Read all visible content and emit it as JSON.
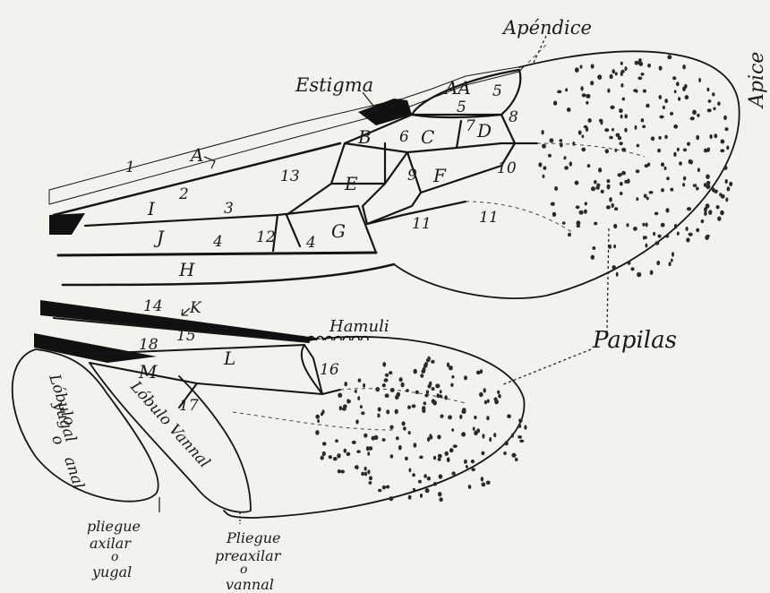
{
  "annotations": {
    "apendice": "Apéndice",
    "apice": "Apice",
    "estigma": "Estigma",
    "hamuli": "Hamuli",
    "papilas": "Papilas",
    "lobulo_yugal": [
      "Lóbulo",
      "yugal",
      "o",
      "anal"
    ],
    "lobulo_vannal": "Lóbulo Vannal",
    "pliegue_axilar": [
      "pliegue",
      "axilar",
      "o",
      "yugal"
    ],
    "pliegue_preaxilar": [
      "Pliegue",
      "preaxilar",
      "o",
      "vannal"
    ]
  },
  "cell_letters": {
    "AA": "AA",
    "A": "A",
    "B": "B",
    "C": "C",
    "D": "D",
    "E": "E",
    "F": "F",
    "G": "G",
    "H": "H",
    "I": "I",
    "J": "J",
    "K": "K",
    "L": "L",
    "M": "M"
  },
  "vein_numbers": {
    "n1": "1",
    "n2": "2",
    "n3": "3",
    "n4a": "4",
    "n4b": "4",
    "n5": "5",
    "n5b": "5",
    "n6": "6",
    "n7": "7",
    "n8": "8",
    "n9": "9",
    "n10": "10",
    "n11a": "11",
    "n11b": "11",
    "n12": "12",
    "n13": "13",
    "n14": "14",
    "n15": "15",
    "n16": "16",
    "n17": "17",
    "n18": "18"
  }
}
